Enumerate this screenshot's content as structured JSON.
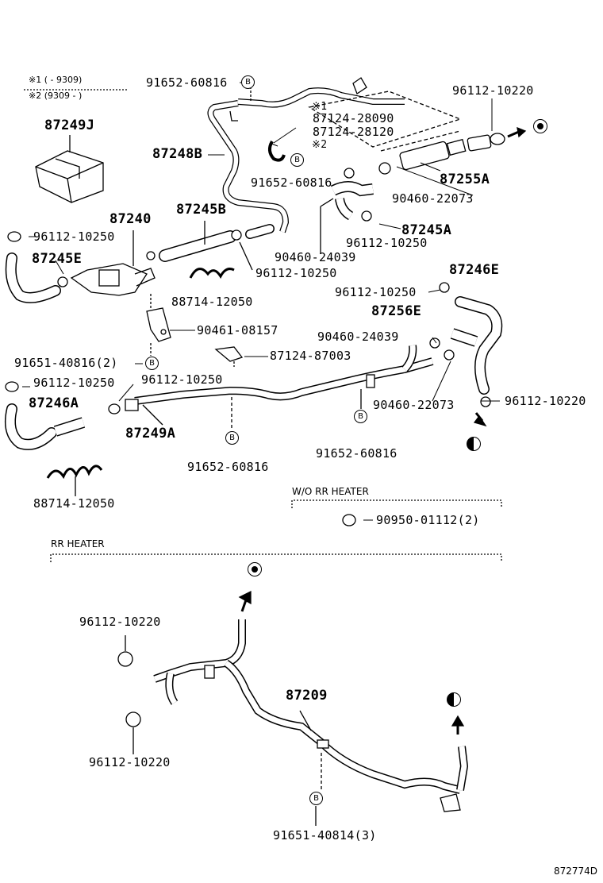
{
  "legend": {
    "line1": "※1 (      - 9309)",
    "line2": "※2 (9309 -         )"
  },
  "parts": {
    "p_91652_60816_top": "91652-60816",
    "p_96112_10220_top": "96112-10220",
    "p_87249J": "87249J",
    "p_note1": "※1",
    "p_87124_28090": "87124-28090",
    "p_87124_28120": "87124-28120",
    "p_note2": "※2",
    "p_87248B": "87248B",
    "p_87255A": "87255A",
    "p_91652_60816_mid": "91652-60816",
    "p_90460_22073_top": "90460-22073",
    "p_87240": "87240",
    "p_87245B": "87245B",
    "p_87245A": "87245A",
    "p_96112_10250_a": "96112-10250",
    "p_96112_10250_b": "96112-10250",
    "p_87245E": "87245E",
    "p_90460_24039_a": "90460-24039",
    "p_96112_10250_c": "96112-10250",
    "p_87246E": "87246E",
    "p_88714_12050_a": "88714-12050",
    "p_96112_10250_d": "96112-10250",
    "p_87256E": "87256E",
    "p_90461_08157": "90461-08157",
    "p_90460_24039_b": "90460-24039",
    "p_91651_40816": "91651-40816(2)",
    "p_87124_87003": "87124-87003",
    "p_96112_10250_e": "96112-10250",
    "p_96112_10250_f": "96112-10250",
    "p_90460_22073_b": "90460-22073",
    "p_96112_10220_right": "96112-10220",
    "p_87246A": "87246A",
    "p_87249A": "87249A",
    "p_91652_60816_c": "91652-60816",
    "p_91652_60816_d": "91652-60816",
    "p_88714_12050_b": "88714-12050",
    "p_90950_01112": "90950-01112(2)",
    "p_96112_10220_rr1": "96112-10220",
    "p_87209": "87209",
    "p_96112_10220_rr2": "96112-10220",
    "p_91651_40814": "91651-40814(3)"
  },
  "sections": {
    "wo_rr_heater": "W/O RR HEATER",
    "rr_heater": "RR HEATER"
  },
  "bubble_letter": "B",
  "figure_id": "872774D"
}
